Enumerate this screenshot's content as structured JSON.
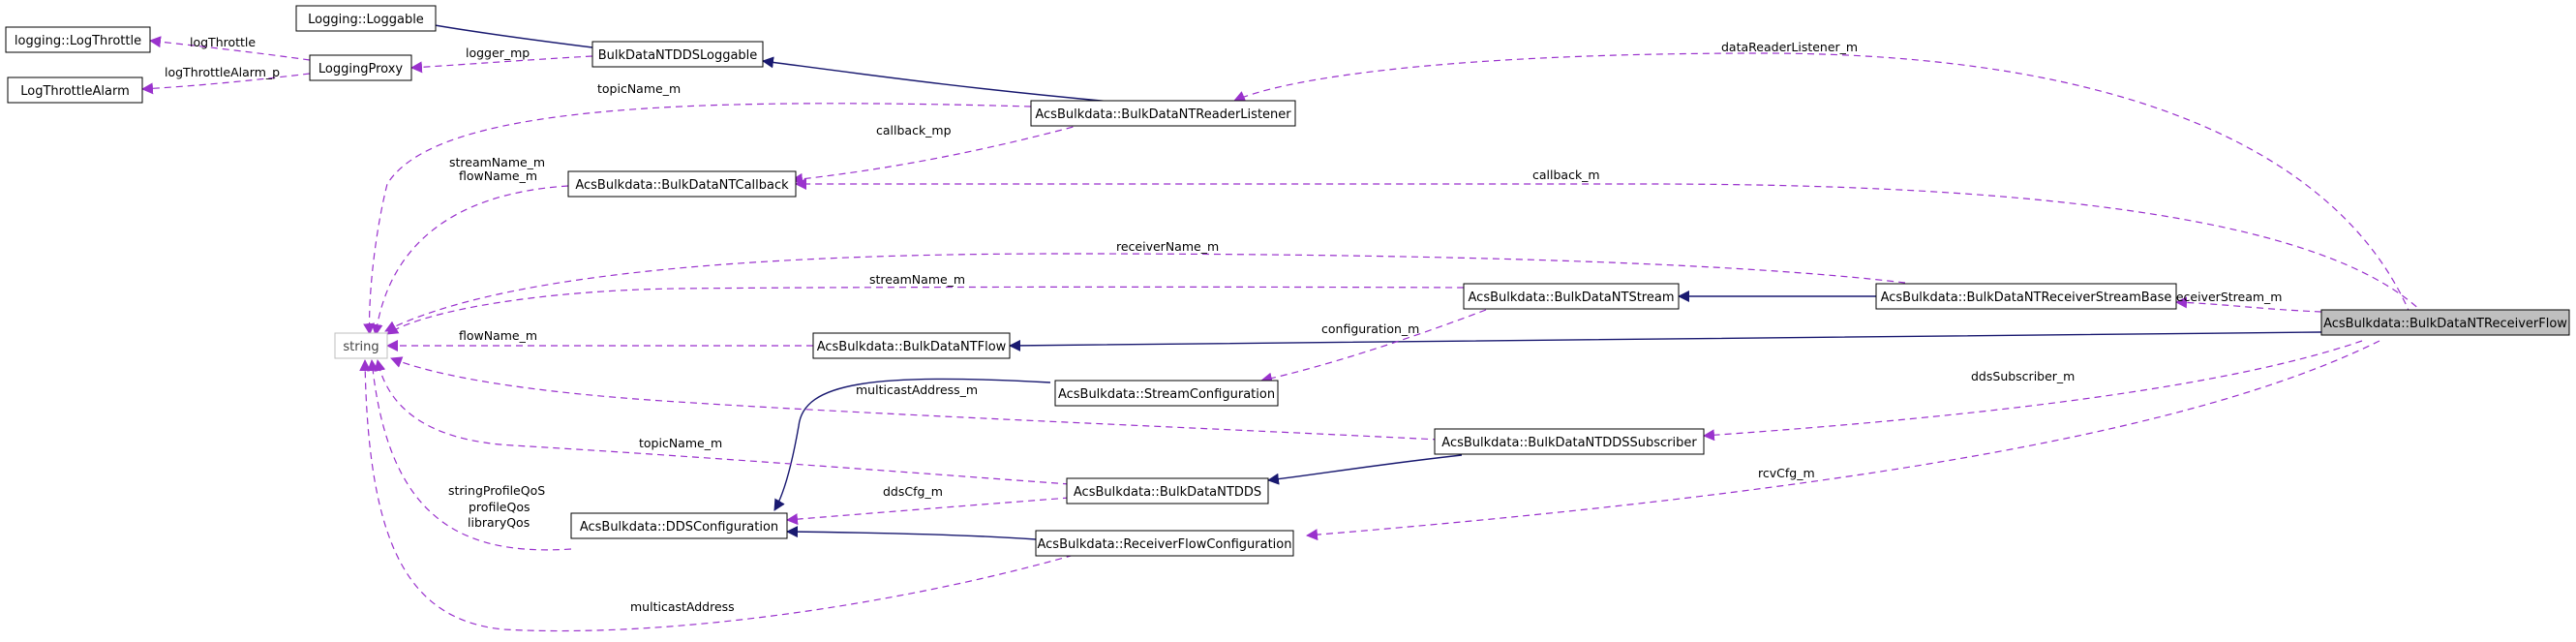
{
  "nodes": {
    "loggable": "Logging::Loggable",
    "log_throttle": "logging::LogThrottle",
    "logging_proxy": "LoggingProxy",
    "log_throttle_alarm": "LogThrottleAlarm",
    "bd_ntdds_loggable": "BulkDataNTDDSLoggable",
    "reader_listener": "AcsBulkdata::BulkDataNTReaderListener",
    "callback": "AcsBulkdata::BulkDataNTCallback",
    "string": "string",
    "stream": "AcsBulkdata::BulkDataNTStream",
    "receiver_stream_base": "AcsBulkdata::BulkDataNTReceiverStreamBase",
    "receiver_flow": "AcsBulkdata::BulkDataNTReceiverFlow",
    "flow": "AcsBulkdata::BulkDataNTFlow",
    "stream_configuration": "AcsBulkdata::StreamConfiguration",
    "dds_subscriber": "AcsBulkdata::BulkDataNTDDSSubscriber",
    "ntdds": "AcsBulkdata::BulkDataNTDDS",
    "dds_configuration": "AcsBulkdata::DDSConfiguration",
    "receiver_flow_configuration": "AcsBulkdata::ReceiverFlowConfiguration"
  },
  "edge_labels": {
    "log_throttle": "logThrottle",
    "log_throttle_alarm": "logThrottleAlarm_p",
    "logger": "logger_mp",
    "data_reader_listener": "dataReaderListener_m",
    "topic_name_listener": "topicName_m",
    "callback_mp": "callback_mp",
    "stream_flow_name_1": "streamName_m",
    "stream_flow_name_2": "flowName_m",
    "callback_m": "callback_m",
    "receiver_name": "receiverName_m",
    "stream_name": "streamName_m",
    "receiver_stream": "receiverStream_m",
    "configuration": "configuration_m",
    "flow_name": "flowName_m",
    "multicast_address_m": "multicastAddress_m",
    "dds_subscriber": "ddsSubscriber_m",
    "topic_name_dds": "topicName_m",
    "dds_cfg": "ddsCfg_m",
    "rcv_cfg": "rcvCfg_m",
    "qos_1": "stringProfileQoS",
    "qos_2": "profileQos",
    "qos_3": "libraryQos",
    "multicast_address": "multicastAddress"
  }
}
